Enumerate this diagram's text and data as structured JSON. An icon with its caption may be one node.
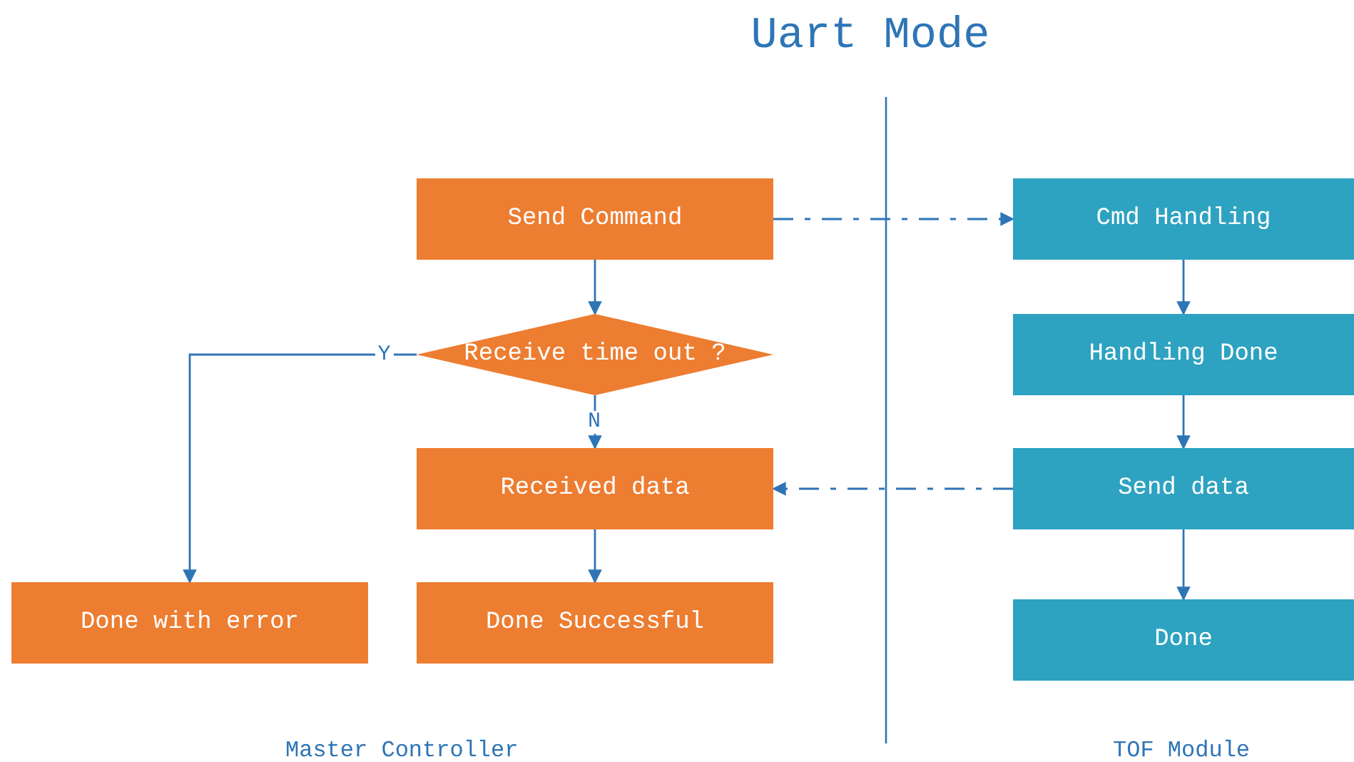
{
  "diagram": {
    "title": "Uart Mode",
    "nodes": [
      {
        "text": [
          "Send Command"
        ]
      },
      {
        "text": [
          "Receive time out ?"
        ]
      },
      {
        "text": [
          "Received data"
        ]
      },
      {
        "text": [
          "Done with error"
        ]
      },
      {
        "text": [
          "Done Successful"
        ]
      },
      {
        "text": [
          "Cmd Handling"
        ]
      },
      {
        "text": [
          "Handling Done"
        ]
      },
      {
        "text": [
          "Send data"
        ]
      },
      {
        "text": [
          "Done"
        ]
      }
    ],
    "edges": [
      {
        "from": 0,
        "to": 1,
        "arrow": "to"
      },
      {
        "from": 1,
        "to": 2,
        "arrow": "to",
        "label": "N"
      },
      {
        "from": 1,
        "to": 3,
        "arrow": "to",
        "label": "Y"
      },
      {
        "from": 2,
        "to": 4,
        "arrow": "to"
      },
      {
        "from": 0,
        "to": 5,
        "arrow": "to",
        "style": "dashed"
      },
      {
        "from": 5,
        "to": 6,
        "arrow": "to"
      },
      {
        "from": 6,
        "to": 7,
        "arrow": "to"
      },
      {
        "from": 7,
        "to": 2,
        "arrow": "to",
        "style": "dashed"
      },
      {
        "from": 7,
        "to": 8,
        "arrow": "to"
      }
    ],
    "labels": [
      "Master Controller",
      "TOF Module"
    ]
  }
}
